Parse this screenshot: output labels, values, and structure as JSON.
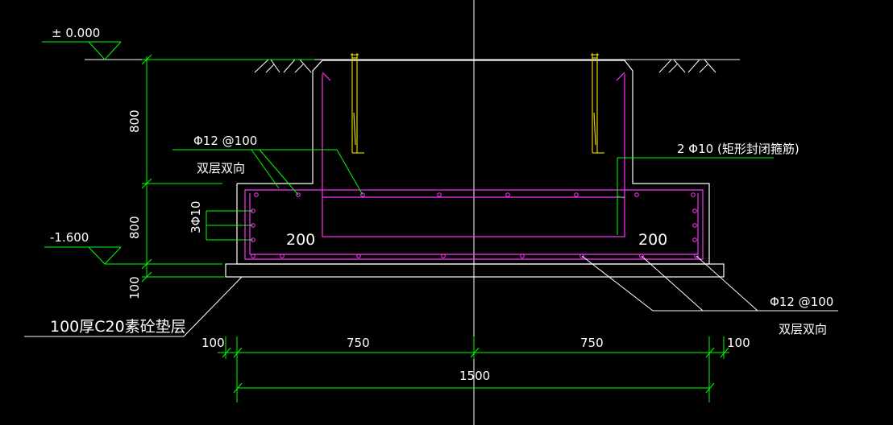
{
  "colors": {
    "background": "#000000",
    "concrete": "#ffffff",
    "rebar": "#ff33ff",
    "leader": "#00ff00",
    "bolt": "#e6d200",
    "text": "#ffffff"
  },
  "elevations": {
    "top": "± 0.000",
    "bottom": "-1.600"
  },
  "vertical_dims": {
    "upper": "800",
    "lower": "800",
    "cushion": "100"
  },
  "rebar_labels": {
    "top_left": "Φ12 @100",
    "top_left_note": "双层双向",
    "side_bars": "3Φ10",
    "stirrup": "2 Φ10 (矩形封闭箍筋)",
    "bottom_right": "Φ12 @100",
    "bottom_right_note": "双层双向"
  },
  "inner_dims": {
    "left": "200",
    "right": "200"
  },
  "cushion_label": "100厚C20素砼垫层",
  "horizontal_dims": {
    "left_edge": "100",
    "left_half": "750",
    "right_half": "750",
    "right_edge": "100",
    "total": "1500"
  }
}
